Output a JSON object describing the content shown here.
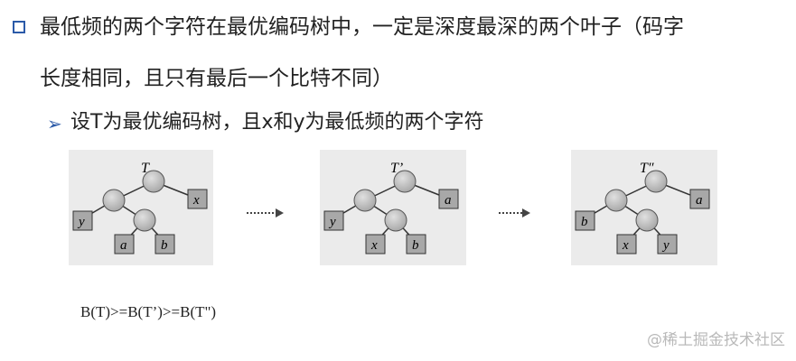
{
  "bullet_main": {
    "line1": "最低频的两个字符在最优编码树中，一定是深度最深的两个叶子（码字",
    "line2": "长度相同，且只有最后一个比特不同）"
  },
  "bullet_sub": "设T为最优编码树，且x和y为最低频的两个字符",
  "trees": [
    {
      "root": "T",
      "leaf_right": "x",
      "leaf_left": "y",
      "leaf_a": "a",
      "leaf_b": "b"
    },
    {
      "root": "T’",
      "leaf_right": "a",
      "leaf_left": "y",
      "leaf_a": "x",
      "leaf_b": "b"
    },
    {
      "root": "T″",
      "leaf_right": "a",
      "leaf_left": "b",
      "leaf_a": "x",
      "leaf_b": "y"
    }
  ],
  "formula": "B(T)>=B(T’)>=B(T\")",
  "watermark": "@稀土掘金技术社区",
  "colors": {
    "accent": "#2b5aa8",
    "node_fill": "#c6c6c6",
    "leaf_fill": "#a8a8a8"
  }
}
